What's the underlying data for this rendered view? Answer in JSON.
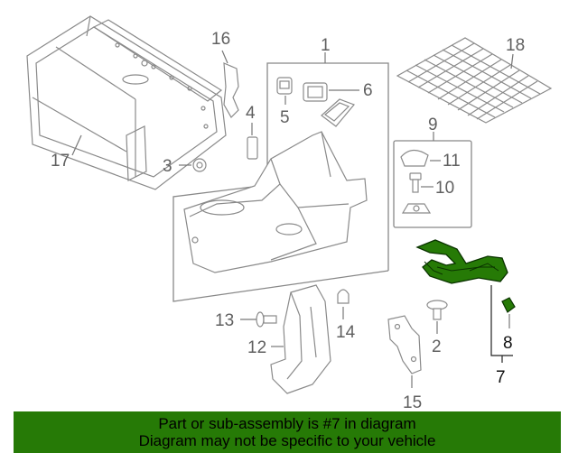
{
  "callouts": {
    "c1": "1",
    "c2": "2",
    "c3": "3",
    "c4": "4",
    "c5": "5",
    "c6": "6",
    "c7": "7",
    "c8": "8",
    "c9": "9",
    "c10": "10",
    "c11": "11",
    "c12": "12",
    "c13": "13",
    "c14": "14",
    "c15": "15",
    "c16": "16",
    "c17": "17",
    "c18": "18"
  },
  "highlight_color": "#267a06",
  "banner": {
    "line1": "Part or sub-assembly is #7 in diagram",
    "line2": "Diagram may not be specific to your vehicle"
  }
}
